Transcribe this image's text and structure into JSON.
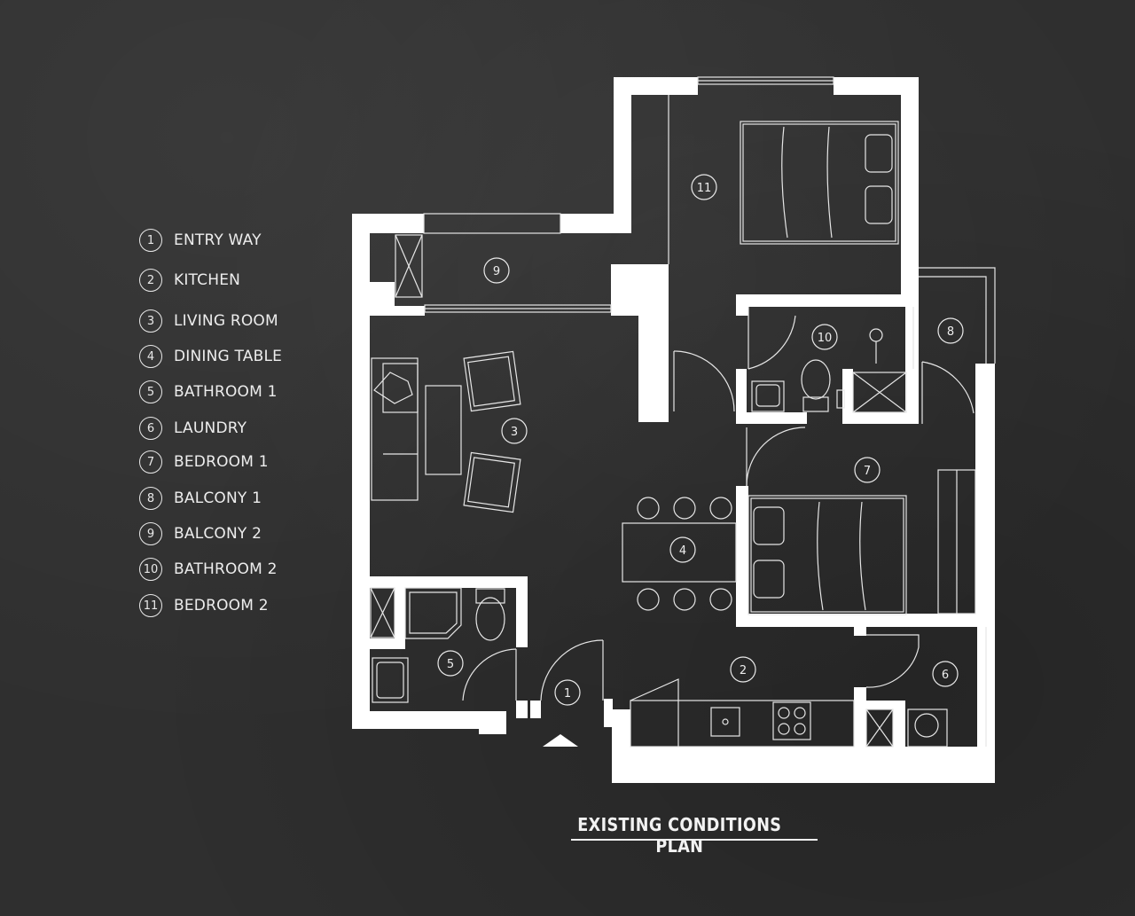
{
  "title": "EXISTING CONDITIONS PLAN",
  "colors": {
    "background": "#2f2f2f",
    "walls": "#ffffff",
    "lines": "#e6e6e6"
  },
  "legend": [
    {
      "num": "1",
      "label": "ENTRY WAY"
    },
    {
      "num": "2",
      "label": "KITCHEN"
    },
    {
      "num": "3",
      "label": "LIVING ROOM"
    },
    {
      "num": "4",
      "label": "DINING TABLE"
    },
    {
      "num": "5",
      "label": "BATHROOM 1"
    },
    {
      "num": "6",
      "label": "LAUNDRY"
    },
    {
      "num": "7",
      "label": "BEDROOM 1"
    },
    {
      "num": "8",
      "label": "BALCONY 1"
    },
    {
      "num": "9",
      "label": "BALCONY 2"
    },
    {
      "num": "10",
      "label": "BATHROOM 2"
    },
    {
      "num": "11",
      "label": "BEDROOM 2"
    }
  ],
  "room_tags": [
    "1",
    "2",
    "3",
    "4",
    "5",
    "6",
    "7",
    "8",
    "9",
    "10",
    "11"
  ]
}
